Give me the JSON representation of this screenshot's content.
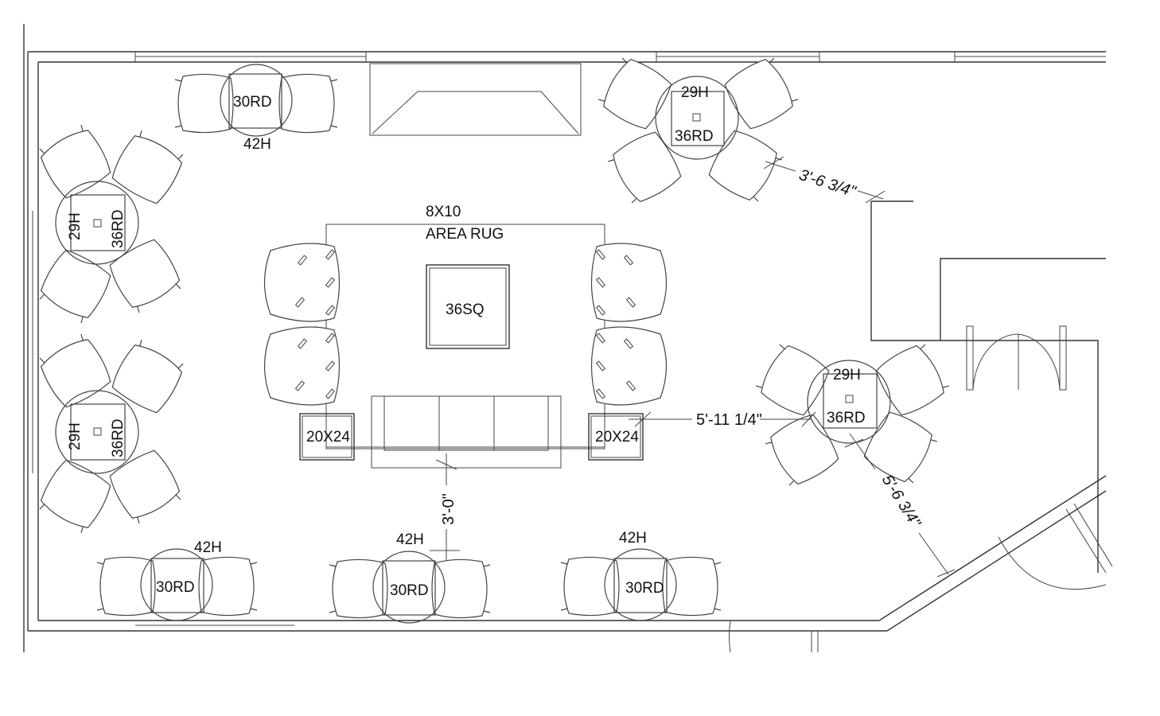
{
  "plan": {
    "rug": {
      "size": "8X10",
      "label": "AREA RUG"
    },
    "coffee_table": "36SQ",
    "end_tables": [
      "20X24",
      "20X24"
    ],
    "tables": {
      "top_left": {
        "size": "30RD",
        "height": "42H"
      },
      "top_right": {
        "height": "29H",
        "size": "36RD"
      },
      "left_upper": {
        "height": "29H",
        "size": "36RD"
      },
      "left_lower": {
        "height": "29H",
        "size": "36RD"
      },
      "right": {
        "height": "29H",
        "size": "36RD"
      },
      "bottom_1": {
        "height": "42H",
        "size": "30RD"
      },
      "bottom_2": {
        "height": "42H",
        "size": "30RD"
      },
      "bottom_3": {
        "height": "42H",
        "size": "30RD"
      }
    },
    "dimensions": {
      "top_right_gap": "3'-6 3/4\"",
      "right_table_gap": "5'-11 1/4\"",
      "right_table_diag": "5'-6 3/4\"",
      "sofa_gap": "3'-0\""
    }
  }
}
